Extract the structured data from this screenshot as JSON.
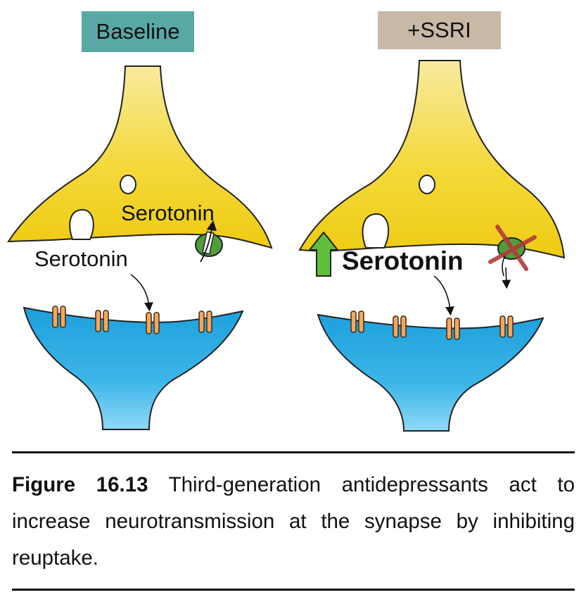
{
  "panels": {
    "baseline": {
      "title": "Baseline",
      "title_color": "#58a8a6",
      "label_upper": "Serotonin",
      "label_lower": "Serotonin"
    },
    "ssri": {
      "title": "+SSRI",
      "title_color": "#c8b8a6",
      "label": "Serotonin"
    }
  },
  "colors": {
    "presynaptic": "#f3d21b",
    "presynaptic_top": "#f7e58e",
    "postsynaptic": "#22a9e0",
    "postsynaptic_bottom": "#7fd2f4",
    "receptor": "#f6a65a",
    "transporter": "#4f9e3a",
    "up_arrow": "#5fbf3d",
    "block_x": "#b23a3a"
  },
  "icons": {
    "increase": "up-arrow-icon",
    "block": "x-mark-icon"
  },
  "caption": {
    "label": "Figure 16.13",
    "text": " Third-generation antidepressants act to increase neurotransmission at the synapse by inhibiting reuptake."
  }
}
